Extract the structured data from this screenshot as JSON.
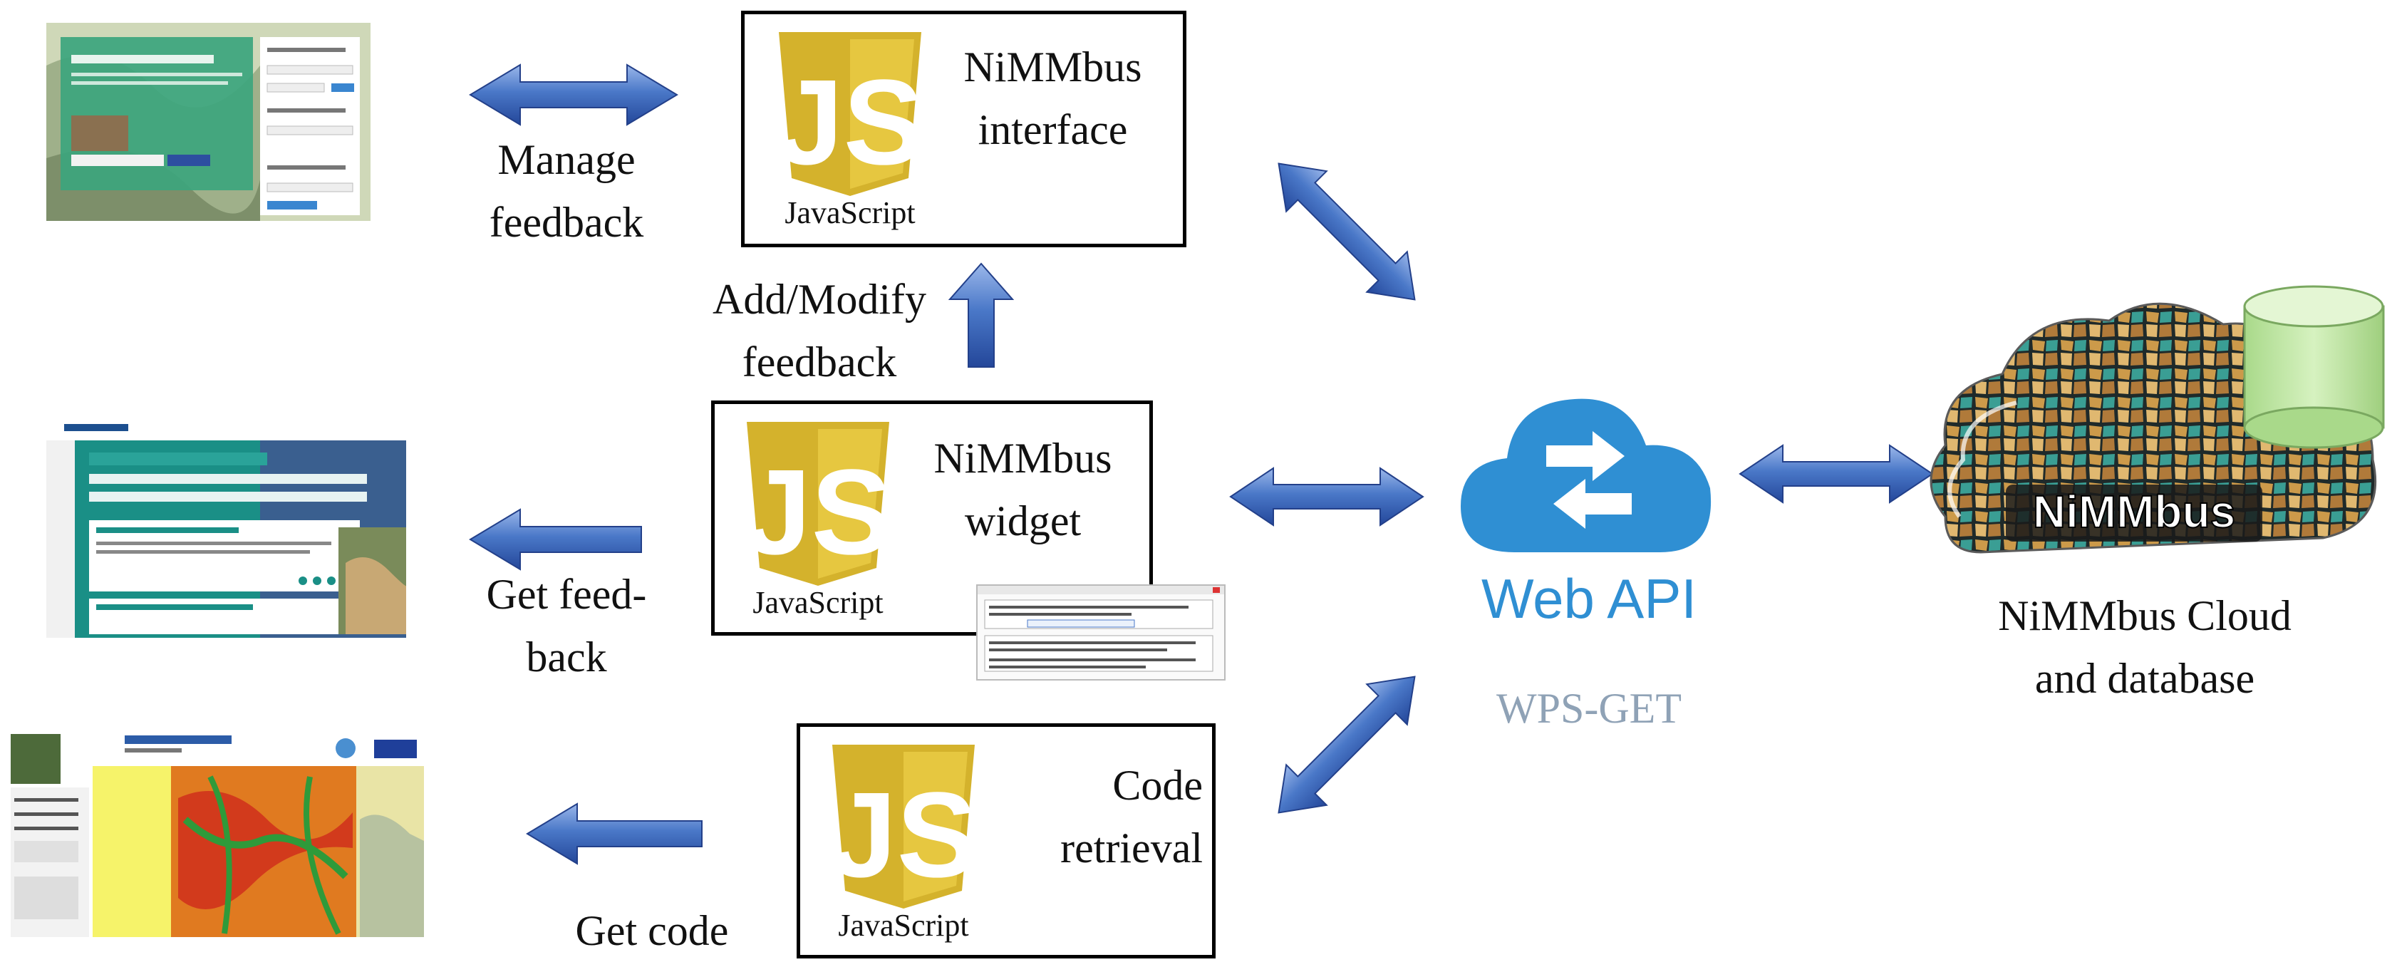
{
  "labels": {
    "manage": [
      "Manage",
      "feedback"
    ],
    "add_modify": [
      "Add/Modify",
      "feedback"
    ],
    "get_feedback": [
      "Get feed-",
      "back"
    ],
    "get_code": "Get code",
    "web_api": "Web API",
    "wps_get": "WPS-GET",
    "cloud_caption": [
      "NiMMbus Cloud",
      "and database"
    ],
    "cloud_logo": "NiMMbus"
  },
  "boxes": {
    "interface": {
      "lines": [
        "NiMMbus",
        "interface"
      ],
      "logo_text": "JavaScript"
    },
    "widget": {
      "lines": [
        "NiMMbus",
        "widget"
      ],
      "logo_text": "JavaScript"
    },
    "code": {
      "lines": [
        "Code",
        "retrieval"
      ],
      "logo_text": "JavaScript"
    }
  },
  "colors": {
    "arrow": "#3f6fc0",
    "js_gold": "#d4b22c",
    "cloud_blue": "#2f8fd3",
    "teal": "#1a8f86"
  }
}
